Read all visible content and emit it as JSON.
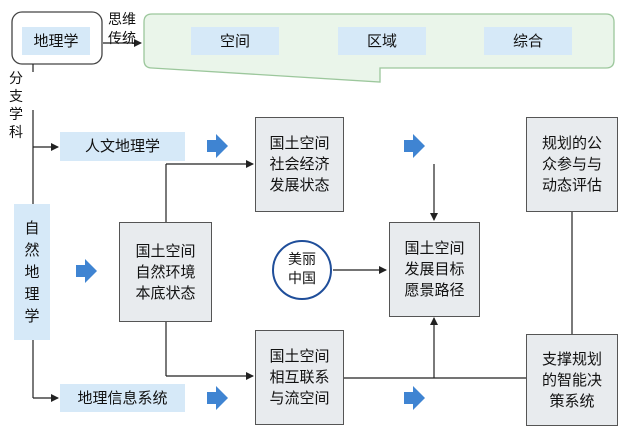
{
  "top": {
    "root_label": "地理学",
    "thinking_label_line1": "思维",
    "thinking_label_line2": "传统",
    "thinking_items": [
      "空间",
      "区域",
      "综合"
    ]
  },
  "left": {
    "branch_label": [
      "分",
      "支",
      "学",
      "科"
    ],
    "physical_geography": [
      "自",
      "然",
      "地",
      "理",
      "学"
    ],
    "human_geography": "人文地理学",
    "gis": "地理信息系统"
  },
  "nodes": {
    "natural_state": [
      "国土空间",
      "自然环境",
      "本底状态"
    ],
    "socioeconomic_state": [
      "国土空间",
      "社会经济",
      "发展状态"
    ],
    "flow_space": [
      "国土空间",
      "相互联系",
      "与流空间"
    ],
    "goal_path": [
      "国土空间",
      "发展目标",
      "愿景路径"
    ],
    "public_participation": [
      "规划的公",
      "众参与与",
      "动态评估"
    ],
    "decision_system": [
      "支撑规划",
      "的智能决",
      "策系统"
    ],
    "beautiful_china": [
      "美丽",
      "中国"
    ]
  },
  "colors": {
    "arrow_blue": "#3f84d2",
    "box_blue": "#d6e9f8",
    "box_gray": "#e8ebee",
    "banner_green": "#eaf5ea",
    "banner_border": "#9cc79c"
  }
}
